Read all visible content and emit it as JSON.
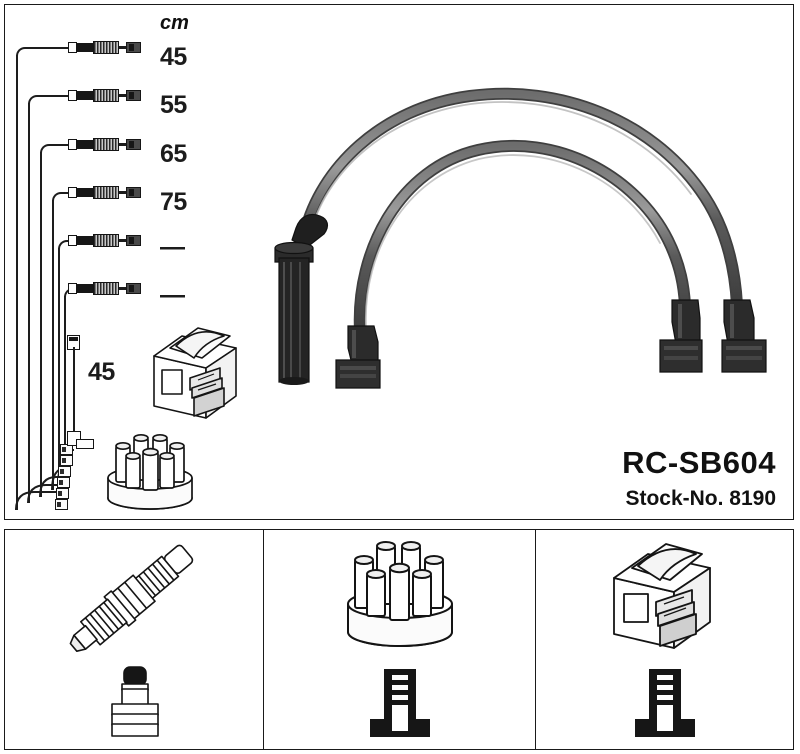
{
  "product": {
    "part_number": "RC-SB604",
    "stock_label": "Stock-No. 8190"
  },
  "legend": {
    "unit_header": "cm",
    "rows": [
      {
        "length": "45",
        "icon": "ignition-lead-connector"
      },
      {
        "length": "55",
        "icon": "ignition-lead-connector"
      },
      {
        "length": "65",
        "icon": "ignition-lead-connector"
      },
      {
        "length": "75",
        "icon": "ignition-lead-connector"
      },
      {
        "length": "—",
        "icon": "ignition-lead-connector"
      },
      {
        "length": "—",
        "icon": "ignition-lead-connector"
      }
    ]
  },
  "coil_lead": {
    "length": "45",
    "icon": "coil-lead-right-angle"
  },
  "inset_icons": [
    {
      "name": "ignition-coil-connector",
      "label": ""
    },
    {
      "name": "distributor-cap",
      "label": ""
    }
  ],
  "bottom_panels": [
    {
      "top_icon": "spark-plug-icon",
      "bottom_icon": "spark-plug-boot-terminal-icon"
    },
    {
      "top_icon": "distributor-cap-icon",
      "bottom_icon": "distributor-terminal-icon"
    },
    {
      "top_icon": "ignition-coil-icon",
      "bottom_icon": "coil-terminal-icon"
    }
  ],
  "colors": {
    "line": "#1a1a1a",
    "cable_dark": "#4f4f4f",
    "cable_light": "#8d8d8d",
    "boot_black": "#2a2a2a",
    "text": "#111111",
    "background": "#ffffff"
  }
}
